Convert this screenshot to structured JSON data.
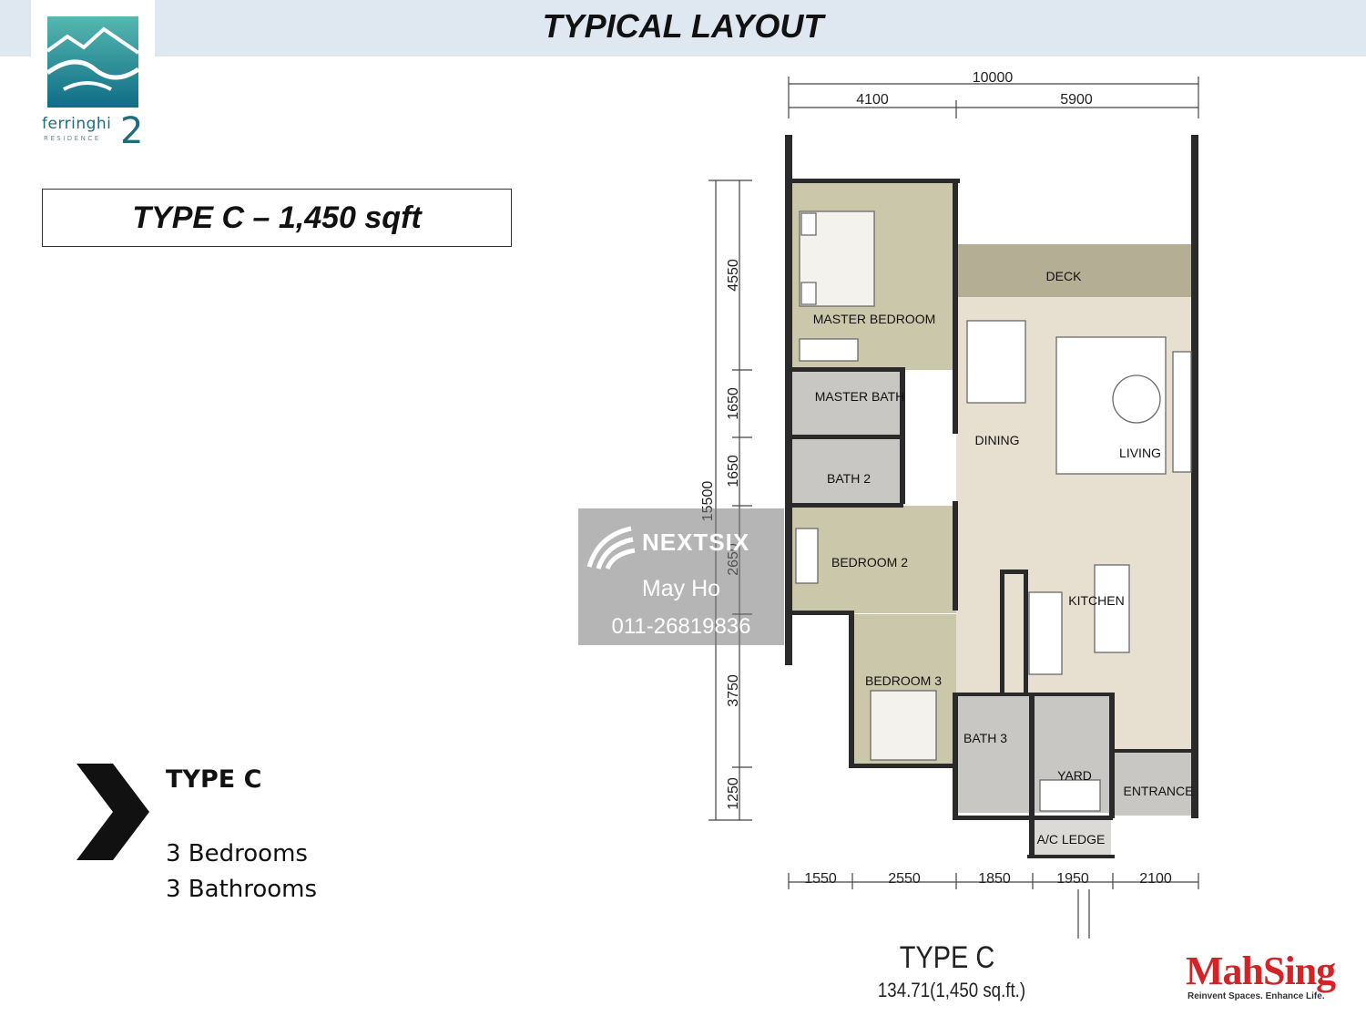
{
  "header": {
    "title": "TYPICAL LAYOUT"
  },
  "logo": {
    "word": "ferringhi",
    "sub": "RESIDENCE",
    "number": "2"
  },
  "unit_box": {
    "label": "TYPE C – 1,450 sqft"
  },
  "summary": {
    "type": "TYPE C",
    "bedrooms": "3 Bedrooms",
    "bathrooms": "3 Bathrooms"
  },
  "plan": {
    "top_dims": {
      "overall": "10000",
      "left": "4100",
      "right": "5900"
    },
    "left_dims": {
      "total": "15500",
      "d1": "4550",
      "d2": "1650",
      "d3": "1650",
      "d4": "2650",
      "d5": "3750",
      "d6": "1250"
    },
    "bottom_dims": [
      "1550",
      "2550",
      "1850",
      "1950",
      "2100"
    ],
    "rooms": {
      "deck": "DECK",
      "master_bedroom": "MASTER BEDROOM",
      "master_bath": "MASTER BATH",
      "bath2": "BATH 2",
      "dining": "DINING",
      "living": "LIVING",
      "bedroom2": "BEDROOM 2",
      "kitchen": "KITCHEN",
      "bedroom3": "BEDROOM 3",
      "bath3": "BATH 3",
      "yard": "YARD",
      "entrance": "ENTRANCE",
      "ac_ledge": "A/C LEDGE"
    },
    "name": "TYPE C",
    "area": "134.71(1,450 sq.ft.)"
  },
  "developer": {
    "name": "MahSing",
    "tagline": "Reinvent Spaces. Enhance Life."
  },
  "watermark": {
    "brand": "NEXTSIX",
    "agent": "May Ho",
    "phone": "011-26819836"
  },
  "colors": {
    "banner": "#dfe8f1",
    "bedroom_fill": "#cbc7aa",
    "living_fill": "#e7dfd0",
    "bath_fill": "#c9c7c4",
    "deck_fill": "#b4ae95",
    "wall": "#2a2a2a",
    "brand_red": "#d22327"
  }
}
